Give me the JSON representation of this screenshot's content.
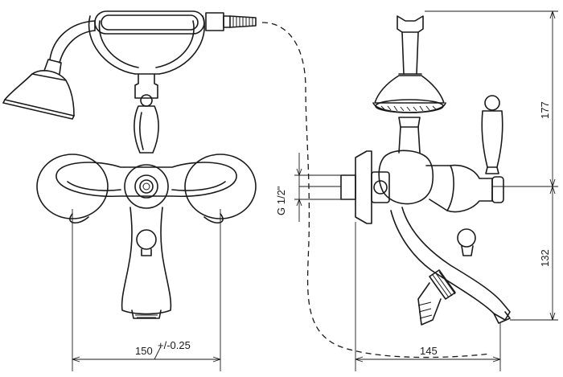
{
  "dimensions": {
    "spacing": "150",
    "tolerance": "+/-0.25",
    "projection": "145",
    "thread": "G 1/2\"",
    "height_lower": "132",
    "height_upper": "177"
  },
  "colors": {
    "line": "#1a1a1a",
    "background": "#ffffff"
  }
}
